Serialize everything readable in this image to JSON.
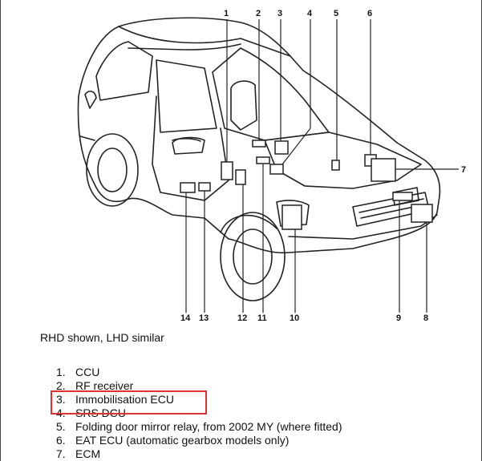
{
  "diagram": {
    "callouts": [
      "1",
      "2",
      "3",
      "4",
      "5",
      "6",
      "7",
      "8",
      "9",
      "10",
      "11",
      "12",
      "13",
      "14"
    ]
  },
  "caption": "RHD shown, LHD similar",
  "legend": {
    "items": [
      {
        "num": "1.",
        "text": "CCU"
      },
      {
        "num": "2.",
        "text": "RF receiver"
      },
      {
        "num": "3.",
        "text": "Immobilisation ECU"
      },
      {
        "num": "4.",
        "text": "SRS DCU"
      },
      {
        "num": "5.",
        "text": "Folding door mirror relay, from 2002 MY (where fitted)"
      },
      {
        "num": "6.",
        "text": "EAT ECU (automatic gearbox models only)"
      },
      {
        "num": "7.",
        "text": "ECM"
      }
    ]
  },
  "highlight": {
    "item": "3.",
    "color": "#e03030"
  }
}
